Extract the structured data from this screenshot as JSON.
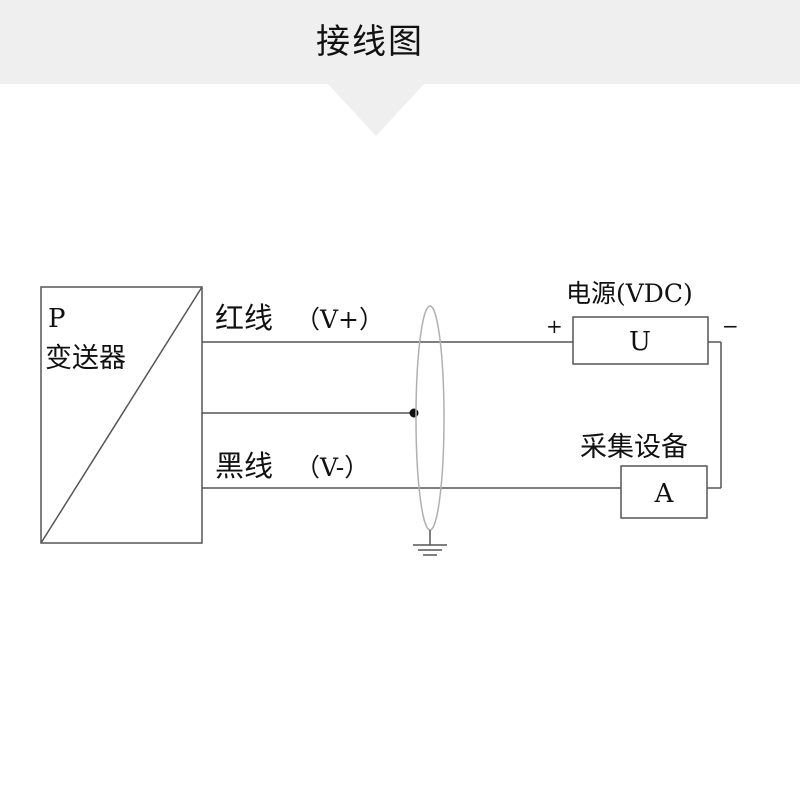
{
  "header": {
    "title": "接线图"
  },
  "transmitter": {
    "symbol": "P",
    "name": "变送器"
  },
  "wires": {
    "red_label": "红线",
    "red_signal": "（V+）",
    "black_label": "黑线",
    "black_signal": "（V-）"
  },
  "power_supply": {
    "label": "电源(VDC)",
    "symbol": "U",
    "plus": "+",
    "minus": "−"
  },
  "acquisition": {
    "label": "采集设备",
    "symbol": "A"
  },
  "colors": {
    "banner_background": "#efefef",
    "line": "#555555",
    "shield": "#b0b0b0",
    "text": "#111111"
  }
}
